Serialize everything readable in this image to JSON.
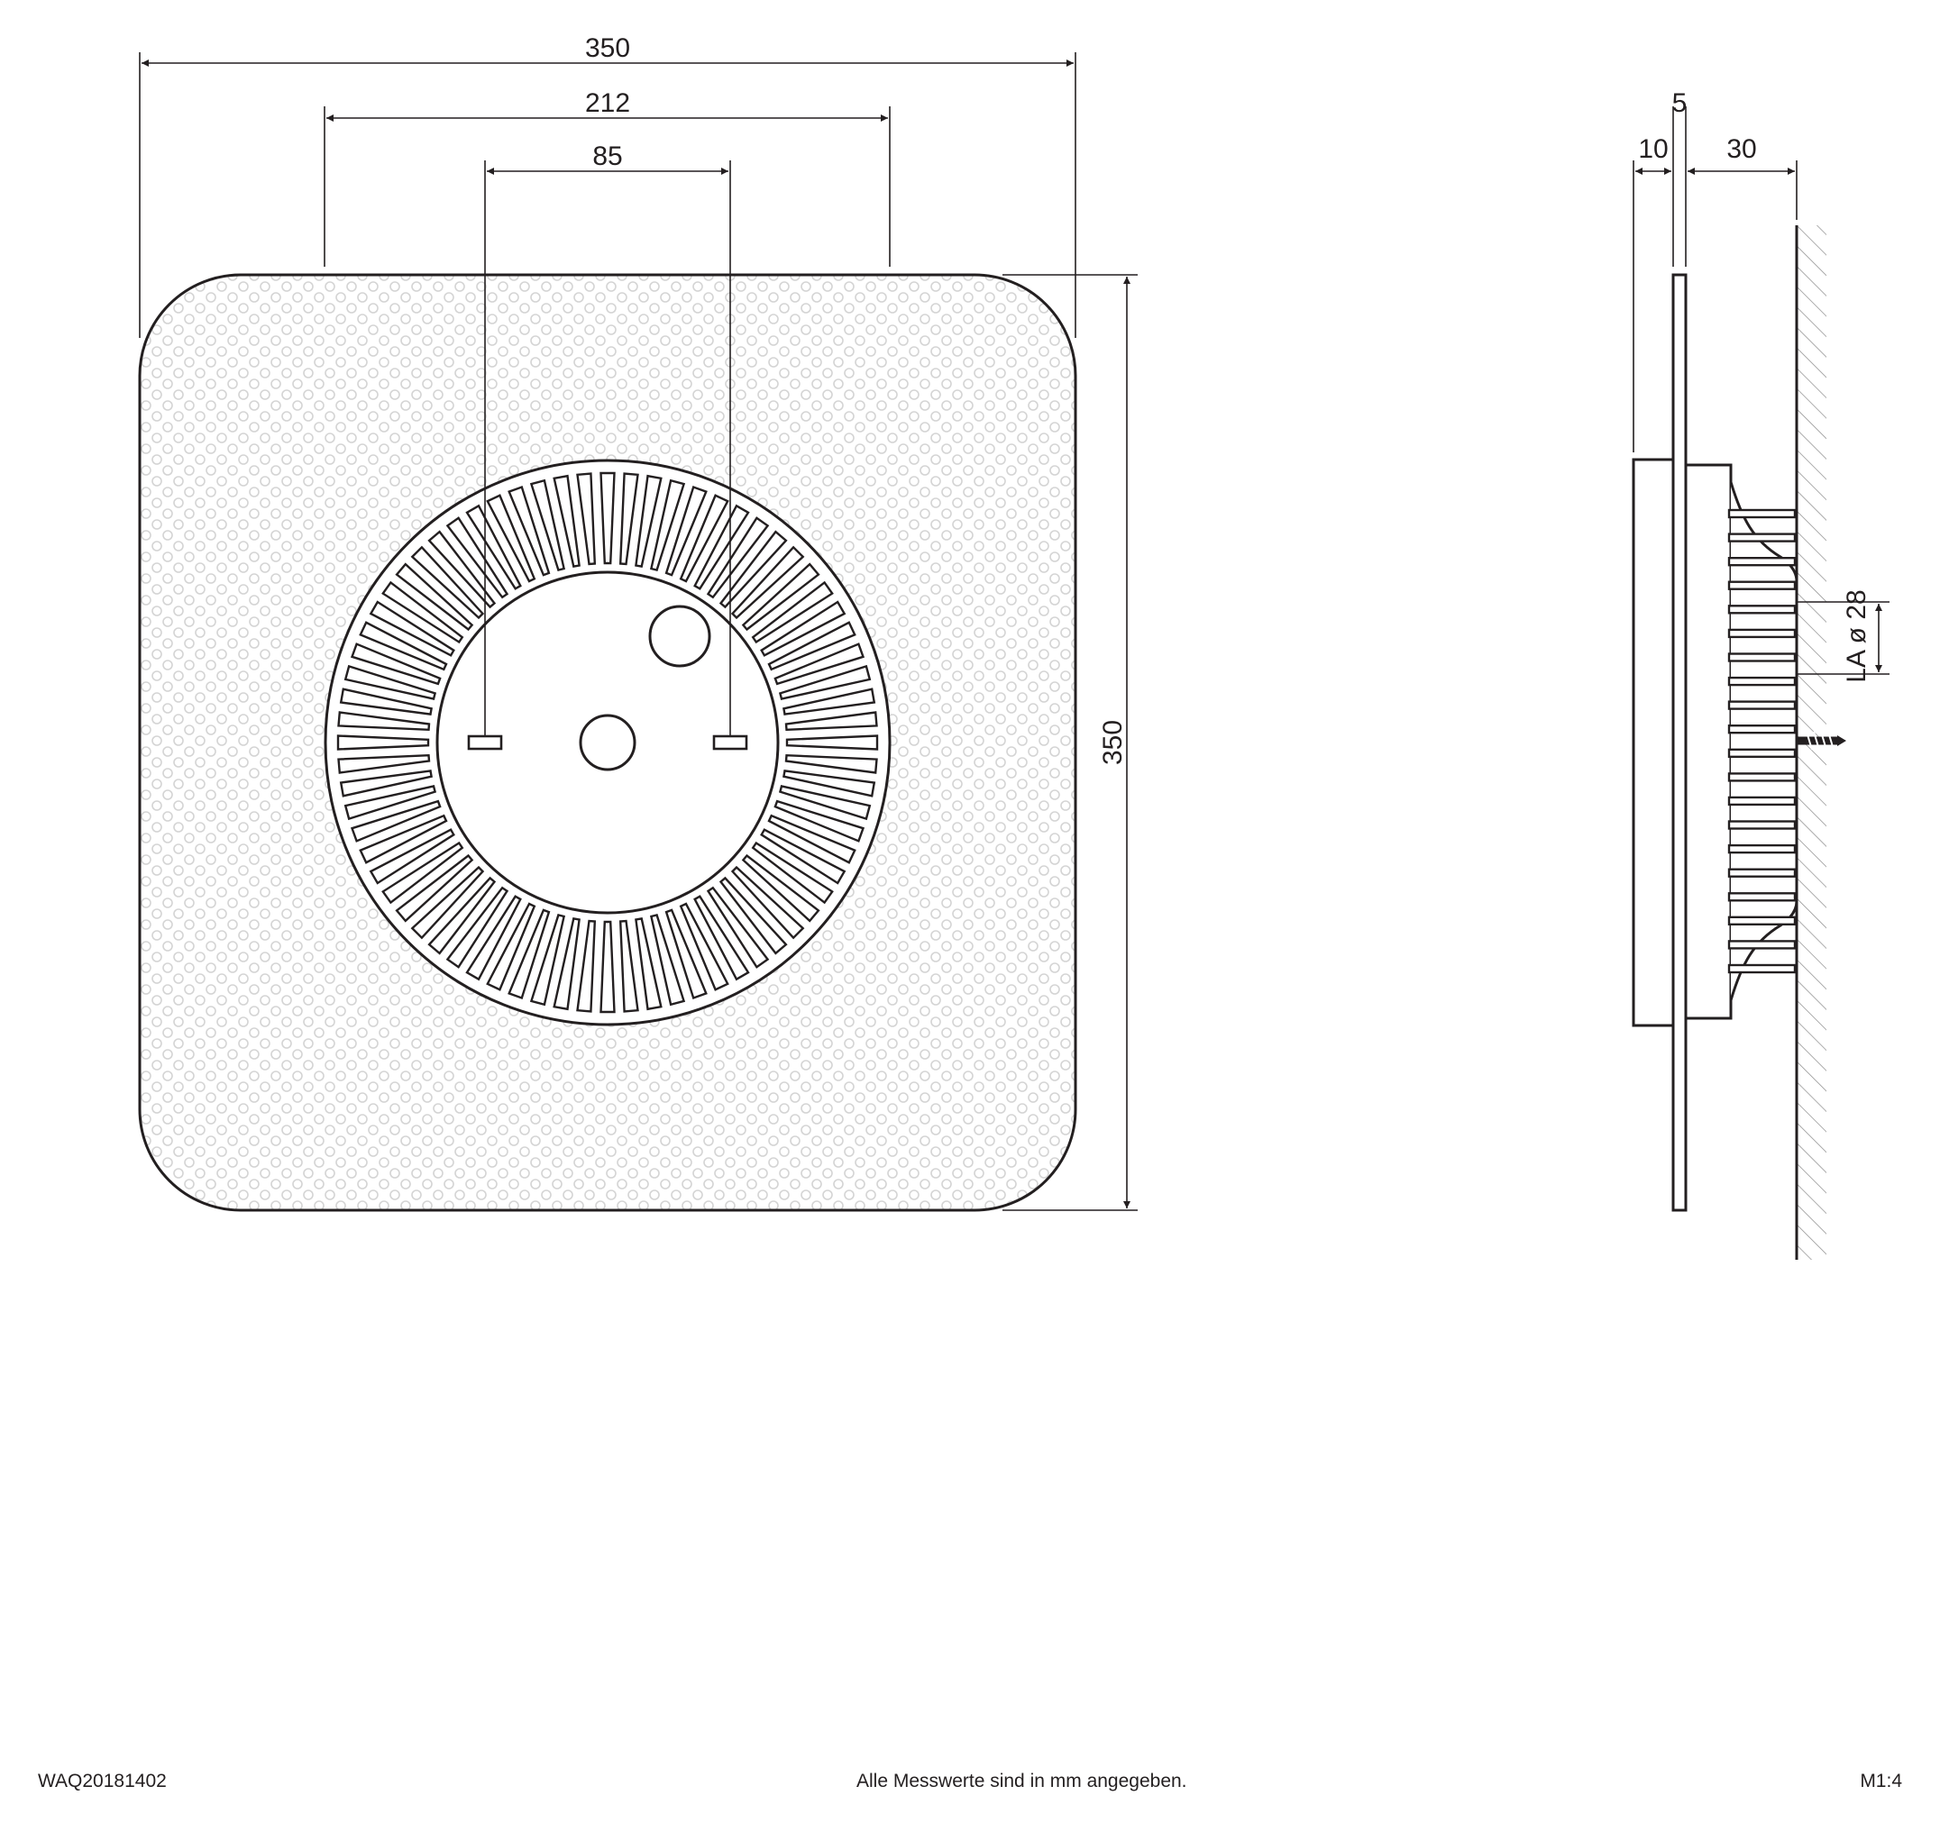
{
  "front_view": {
    "dim_total_width": "350",
    "dim_canopy": "212",
    "dim_holes": "85",
    "dim_total_height": "350"
  },
  "side_view": {
    "dim_glass": "5",
    "dim_front": "10",
    "dim_depth": "30",
    "dim_connection": "LA ø 28"
  },
  "footer": {
    "article_number": "WAQ20181402",
    "note": "Alle Messwerte sind in mm angegeben.",
    "scale": "M1:4"
  }
}
